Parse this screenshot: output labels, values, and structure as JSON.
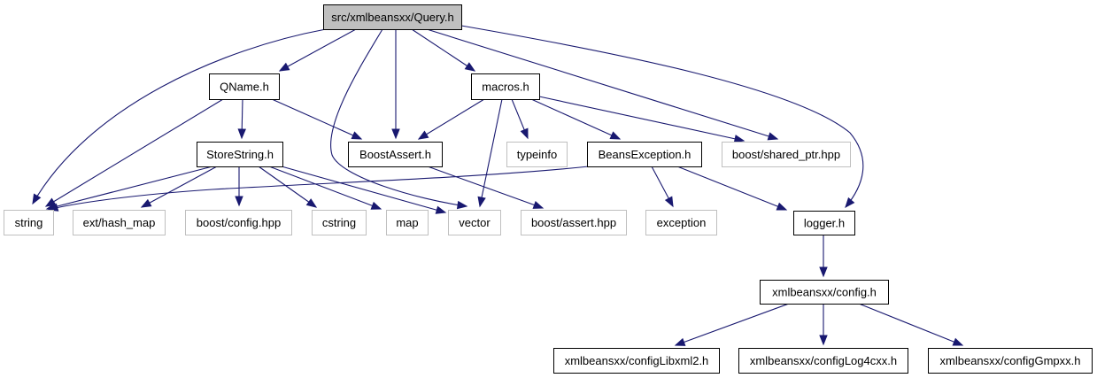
{
  "title": "Include dependency graph for src/xmlbeansxx/Query.h",
  "colors": {
    "edge": "#191970",
    "root_fill": "#bfbfbf",
    "root_border": "#000000",
    "local_border": "#000000",
    "external_border": "#bfbfbf",
    "node_fill": "#ffffff"
  },
  "nodes": [
    {
      "id": "query",
      "label": "src/xmlbeansxx/Query.h",
      "kind": "root"
    },
    {
      "id": "qname",
      "label": "QName.h",
      "kind": "local"
    },
    {
      "id": "macros",
      "label": "macros.h",
      "kind": "local"
    },
    {
      "id": "storestring",
      "label": "StoreString.h",
      "kind": "local"
    },
    {
      "id": "boostassert",
      "label": "BoostAssert.h",
      "kind": "local"
    },
    {
      "id": "typeinfo",
      "label": "typeinfo",
      "kind": "external"
    },
    {
      "id": "beansexception",
      "label": "BeansException.h",
      "kind": "local"
    },
    {
      "id": "sharedptr",
      "label": "boost/shared_ptr.hpp",
      "kind": "external"
    },
    {
      "id": "string",
      "label": "string",
      "kind": "external"
    },
    {
      "id": "hashmap",
      "label": "ext/hash_map",
      "kind": "external"
    },
    {
      "id": "boostconfig",
      "label": "boost/config.hpp",
      "kind": "external"
    },
    {
      "id": "cstring",
      "label": "cstring",
      "kind": "external"
    },
    {
      "id": "map",
      "label": "map",
      "kind": "external"
    },
    {
      "id": "vector",
      "label": "vector",
      "kind": "external"
    },
    {
      "id": "boostasserthpp",
      "label": "boost/assert.hpp",
      "kind": "external"
    },
    {
      "id": "exception",
      "label": "exception",
      "kind": "external"
    },
    {
      "id": "logger",
      "label": "logger.h",
      "kind": "local"
    },
    {
      "id": "config",
      "label": "xmlbeansxx/config.h",
      "kind": "local"
    },
    {
      "id": "libxml2",
      "label": "xmlbeansxx/configLibxml2.h",
      "kind": "local"
    },
    {
      "id": "log4cxx",
      "label": "xmlbeansxx/configLog4cxx.h",
      "kind": "local"
    },
    {
      "id": "gmpxx",
      "label": "xmlbeansxx/configGmpxx.h",
      "kind": "local"
    }
  ],
  "edges": [
    {
      "from": "query",
      "to": "qname"
    },
    {
      "from": "query",
      "to": "string"
    },
    {
      "from": "query",
      "to": "vector"
    },
    {
      "from": "query",
      "to": "boostassert"
    },
    {
      "from": "query",
      "to": "macros"
    },
    {
      "from": "query",
      "to": "sharedptr"
    },
    {
      "from": "query",
      "to": "logger"
    },
    {
      "from": "qname",
      "to": "storestring"
    },
    {
      "from": "qname",
      "to": "string"
    },
    {
      "from": "qname",
      "to": "boostassert"
    },
    {
      "from": "storestring",
      "to": "string"
    },
    {
      "from": "storestring",
      "to": "hashmap"
    },
    {
      "from": "storestring",
      "to": "boostconfig"
    },
    {
      "from": "storestring",
      "to": "cstring"
    },
    {
      "from": "storestring",
      "to": "map"
    },
    {
      "from": "storestring",
      "to": "vector"
    },
    {
      "from": "macros",
      "to": "boostassert"
    },
    {
      "from": "macros",
      "to": "vector"
    },
    {
      "from": "macros",
      "to": "typeinfo"
    },
    {
      "from": "macros",
      "to": "beansexception"
    },
    {
      "from": "macros",
      "to": "sharedptr"
    },
    {
      "from": "boostassert",
      "to": "boostasserthpp"
    },
    {
      "from": "beansexception",
      "to": "string"
    },
    {
      "from": "beansexception",
      "to": "exception"
    },
    {
      "from": "beansexception",
      "to": "logger"
    },
    {
      "from": "logger",
      "to": "config"
    },
    {
      "from": "config",
      "to": "libxml2"
    },
    {
      "from": "config",
      "to": "log4cxx"
    },
    {
      "from": "config",
      "to": "gmpxx"
    }
  ]
}
